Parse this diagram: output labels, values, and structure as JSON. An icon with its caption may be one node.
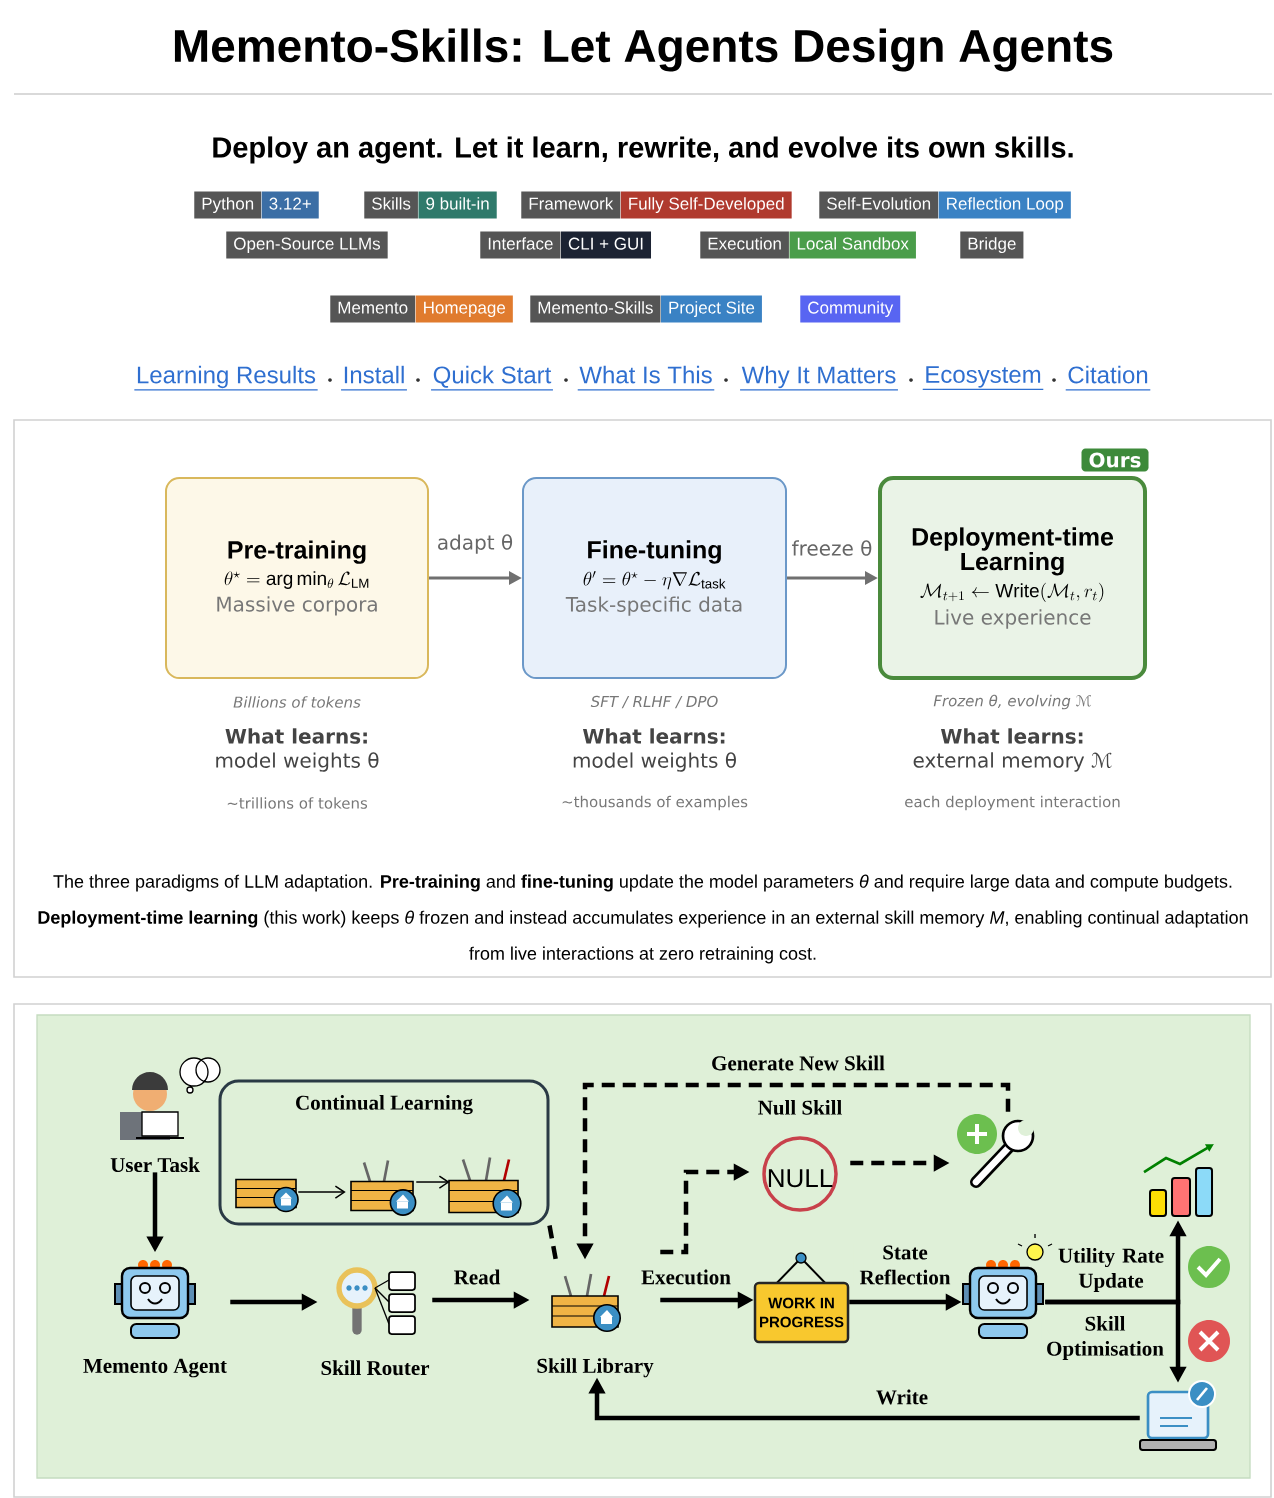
{
  "diagram": {
    "title": "Memento-Skills: Let Agents Design Agents",
    "caption": "The three paradigms of LLM adaptation. **Pre-training** and **fine-tuning** update the model parameters *θ* and require large data and compute budgets. **Deployment-time learning** (this work) keeps *θ* frozen and instead accumulates experience in an external skill memory *M*, enabling continual adaptation from live interactions at zero retraining cost.",
    "nodes": [
      {
        "text": [
          "Pre-training",
          "\\theta^\\star = \\arg\\min_\\theta \\mathcal{L}_{\\mathrm{LM}}",
          "Massive corpora"
        ],
        "beside": [
          "Billions of tokens",
          "What learns:",
          "model weights θ",
          "∼trillions of tokens"
        ]
      },
      {
        "text": [
          "Fine-tuning",
          "\\theta' = \\theta^\\star - \\eta\\nabla\\mathcal{L}_{\\mathrm{task}}",
          "Task-specific data"
        ],
        "beside": [
          "SFT / RLHF / DPO",
          "What learns:",
          "model weights θ",
          "∼thousands of examples"
        ]
      },
      {
        "text": [
          "Deployment-time Learning",
          "\\mathcal{M}_{t+1} \\leftarrow \\mathrm{Write}(\\mathcal{M}_t, r_t)",
          "Live experience"
        ],
        "beside": [
          "Ours",
          "Frozen θ, evolving ℳ",
          "What learns:",
          "external memory ℳ",
          "each deployment interaction"
        ]
      },
      {
        "text": [
          "User Task"
        ]
      },
      {
        "text": [
          "Continual Learning"
        ]
      },
      {
        "text": [],
        "shape": "picture",
        "in": 4
      },
      {
        "text": [],
        "shape": "picture",
        "in": 4
      },
      {
        "text": [],
        "shape": "picture",
        "in": 4
      },
      {
        "text": [
          "Memento Agent"
        ]
      },
      {
        "text": [
          "Skill Router"
        ]
      },
      {
        "text": [
          "Skill Library"
        ]
      },
      {
        "text": [
          "Null Skill",
          "NULL"
        ]
      },
      {
        "text": [],
        "shape": "picture"
      },
      {
        "text": [
          "WORK IN PROGRESS"
        ]
      },
      {
        "text": [],
        "shape": "picture"
      },
      {
        "text": [],
        "shape": "picture"
      },
      {
        "text": [],
        "shape": "picture"
      }
    ],
    "edges": [
      {
        "from": 0,
        "to": 1,
        "arrow": "to",
        "label": "adapt θ",
        "color": "#707070"
      },
      {
        "from": 1,
        "to": 2,
        "arrow": "to",
        "label": "freeze θ",
        "color": "#707070"
      },
      {
        "from": 5,
        "to": 6,
        "arrow": "to"
      },
      {
        "from": 6,
        "to": 7,
        "arrow": "to"
      },
      {
        "from": 3,
        "to": 8,
        "arrow": "to"
      },
      {
        "from": 8,
        "to": 9,
        "arrow": "to"
      },
      {
        "from": 9,
        "to": 10,
        "arrow": "to",
        "label": "Read"
      },
      {
        "from": 4,
        "to": 10,
        "arrow": "none",
        "style": "dashed"
      },
      {
        "from": 10,
        "to": 13,
        "arrow": "to",
        "label": "Execution"
      },
      {
        "from": 10,
        "to": 11,
        "arrow": "to",
        "style": "dashed"
      },
      {
        "from": 11,
        "to": 12,
        "arrow": "to",
        "style": "dashed"
      },
      {
        "from": 12,
        "to": 10,
        "arrow": "to",
        "style": "dashed",
        "label": "Generate New Skill"
      },
      {
        "from": 13,
        "to": 14,
        "arrow": "to",
        "label": "State Reflection"
      },
      {
        "from": 14,
        "to": 15,
        "arrow": "to",
        "label": "Utility Rate Update"
      },
      {
        "from": 14,
        "to": 16,
        "arrow": "to",
        "label": "Skill Optimisation"
      },
      {
        "from": 16,
        "to": 10,
        "arrow": "to",
        "label": "Write"
      }
    ],
    "labels": [
      "Deploy an agent. Let it learn, rewrite, and evolve its own skills.",
      "Python",
      "3.12+",
      "Skills",
      "9 built-in",
      "Framework",
      "Fully Self-Developed",
      "Self-Evolution",
      "Reflection Loop",
      "Open-Source LLMs",
      "Interface",
      "CLI + GUI",
      "Execution",
      "Local Sandbox",
      "Bridge",
      "Memento",
      "Homepage",
      "Memento-Skills",
      "Project Site",
      "Community",
      "Learning Results",
      "Install",
      "Quick Start",
      "What Is This",
      "Why It Matters",
      "Ecosystem",
      "Citation"
    ]
  }
}
